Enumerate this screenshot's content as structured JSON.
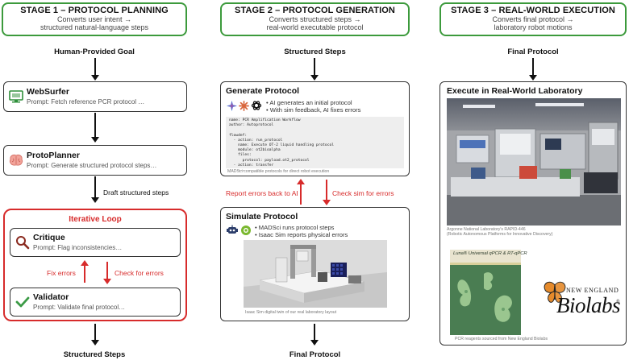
{
  "stages": [
    {
      "title": "STAGE 1 – PROTOCOL PLANNING",
      "subtitle1": "Converts user intent →",
      "subtitle2": "structured natural-language steps"
    },
    {
      "title": "STAGE 2 – PROTOCOL GENERATION",
      "subtitle1": "Converts structured steps →",
      "subtitle2": "real-world executable protocol"
    },
    {
      "title": "STAGE 3 – REAL-WORLD EXECUTION",
      "subtitle1": "Converts final protocol →",
      "subtitle2": "laboratory robot motions"
    }
  ],
  "col1": {
    "top_label": "Human-Provided Goal",
    "websurfer": {
      "title": "WebSurfer",
      "prompt": "Prompt: Fetch reference PCR protocol …"
    },
    "protoplanner": {
      "title": "ProtoPlanner",
      "prompt": "Prompt: Generate structured protocol steps…"
    },
    "draft_label": "Draft structured steps",
    "loop_title": "Iterative Loop",
    "critique": {
      "title": "Critique",
      "prompt": "Prompt: Flag inconsistencies…"
    },
    "fix_label": "Fix errors",
    "check_label": "Check for errors",
    "validator": {
      "title": "Validator",
      "prompt": "Prompt: Validate final protocol…"
    },
    "bottom_label": "Structured Steps"
  },
  "col2": {
    "top_label": "Structured Steps",
    "generate": {
      "title": "Generate Protocol",
      "bullet1": "• AI generates an initial protocol",
      "bullet2": "• With sim feedback, AI fixes errors",
      "code": "name: PCR Amplification Workflow\nauthor: Autoprotocol\n\nflowdef:\n  - action: run_protocol\n    name: Execute OT-2 liquid handling protocol\n    module: ot2bioalpha\n    files:\n      protocol: payload.ot2_protocol\n  - action: transfer\n    ...",
      "caption": "MADSci compatible protocols for direct robot execution"
    },
    "report_label": "Report errors back to AI",
    "check_label": "Check sim for errors",
    "simulate": {
      "title": "Simulate Protocol",
      "bullet1": "• MADSci runs protocol steps",
      "bullet2": "• Isaac Sim reports physical errors",
      "caption": "Isaac Sim digital twin of our real laboratory layout"
    },
    "bottom_label": "Final Protocol"
  },
  "col3": {
    "top_label": "Final Protocol",
    "execute_title": "Execute in Real-World Laboratory",
    "photo_caption1": "Argonne National Laboratory's RAPID-446",
    "photo_caption2": "(Robotic Autonomous Platforms for Innovative Discovery)",
    "book_title": "Luna® Universal qPCR & RT-qPCR",
    "neb_line1": "NEW ENGLAND",
    "neb_line2": "Biolabs",
    "neb_reg": "®",
    "reagent_caption": "PCR reagents sourced from New England Biolabs"
  },
  "colors": {
    "stage_border": "#3c9a3c",
    "loop_red": "#d72b2b"
  },
  "icons": [
    "monitor-icon",
    "brain-icon",
    "magnifier-icon",
    "checkmark-icon",
    "sparkle-icon",
    "openai-icon",
    "robot-icon",
    "isaac-sim-icon",
    "butterfly-icon"
  ]
}
